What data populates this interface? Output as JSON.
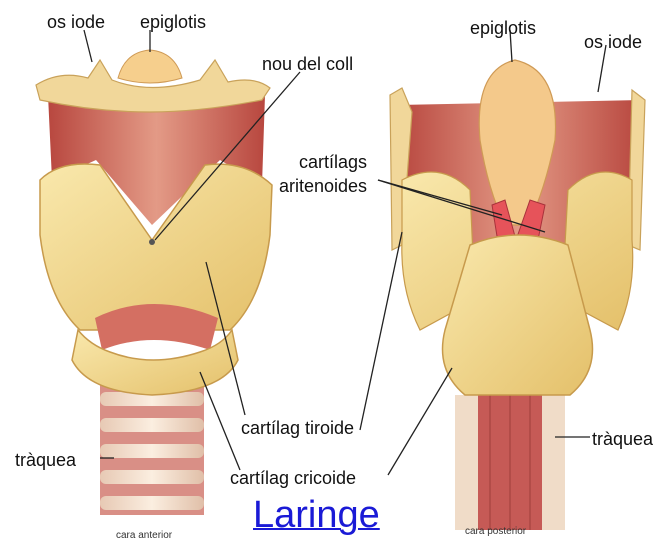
{
  "title": "Laringe",
  "captions": {
    "anterior": "cara anterior",
    "posterior": "cara posterior"
  },
  "labels": {
    "os_iode_left": "os iode",
    "epiglotis_left": "epiglotis",
    "nou_del_coll": "nou del coll",
    "epiglotis_right": "epiglotis",
    "os_iode_right": "os iode",
    "cartilags_line1": "cartílags",
    "cartilags_line2": "aritenoides",
    "traquea_left": "tràquea",
    "cartilag_tiroide": "cartílag tiroide",
    "cartilag_cricoide": "cartílag cricoide",
    "traquea_right": "tràquea"
  },
  "colors": {
    "cartilage": "#f3d98a",
    "cartilage_dark": "#d9b25a",
    "muscle": "#c9605a",
    "muscle_light": "#e0917e",
    "title": "#1a1ad6"
  }
}
